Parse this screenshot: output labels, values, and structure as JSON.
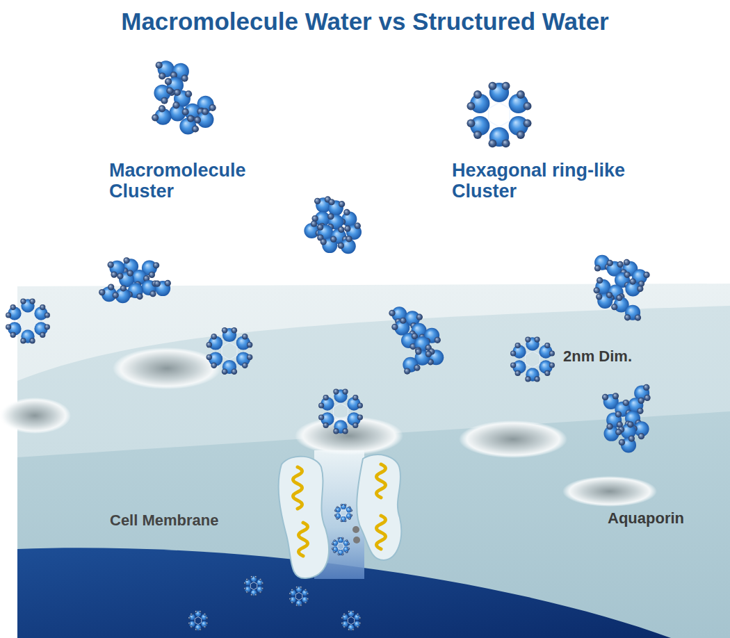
{
  "diagram": {
    "title": "Macromolecule Water vs Structured Water",
    "labels": [
      "Macromolecule Cluster",
      "Hexagonal ring-like Cluster",
      "2nm Dim.",
      "Cell Membrane",
      "Aquaporin"
    ]
  }
}
